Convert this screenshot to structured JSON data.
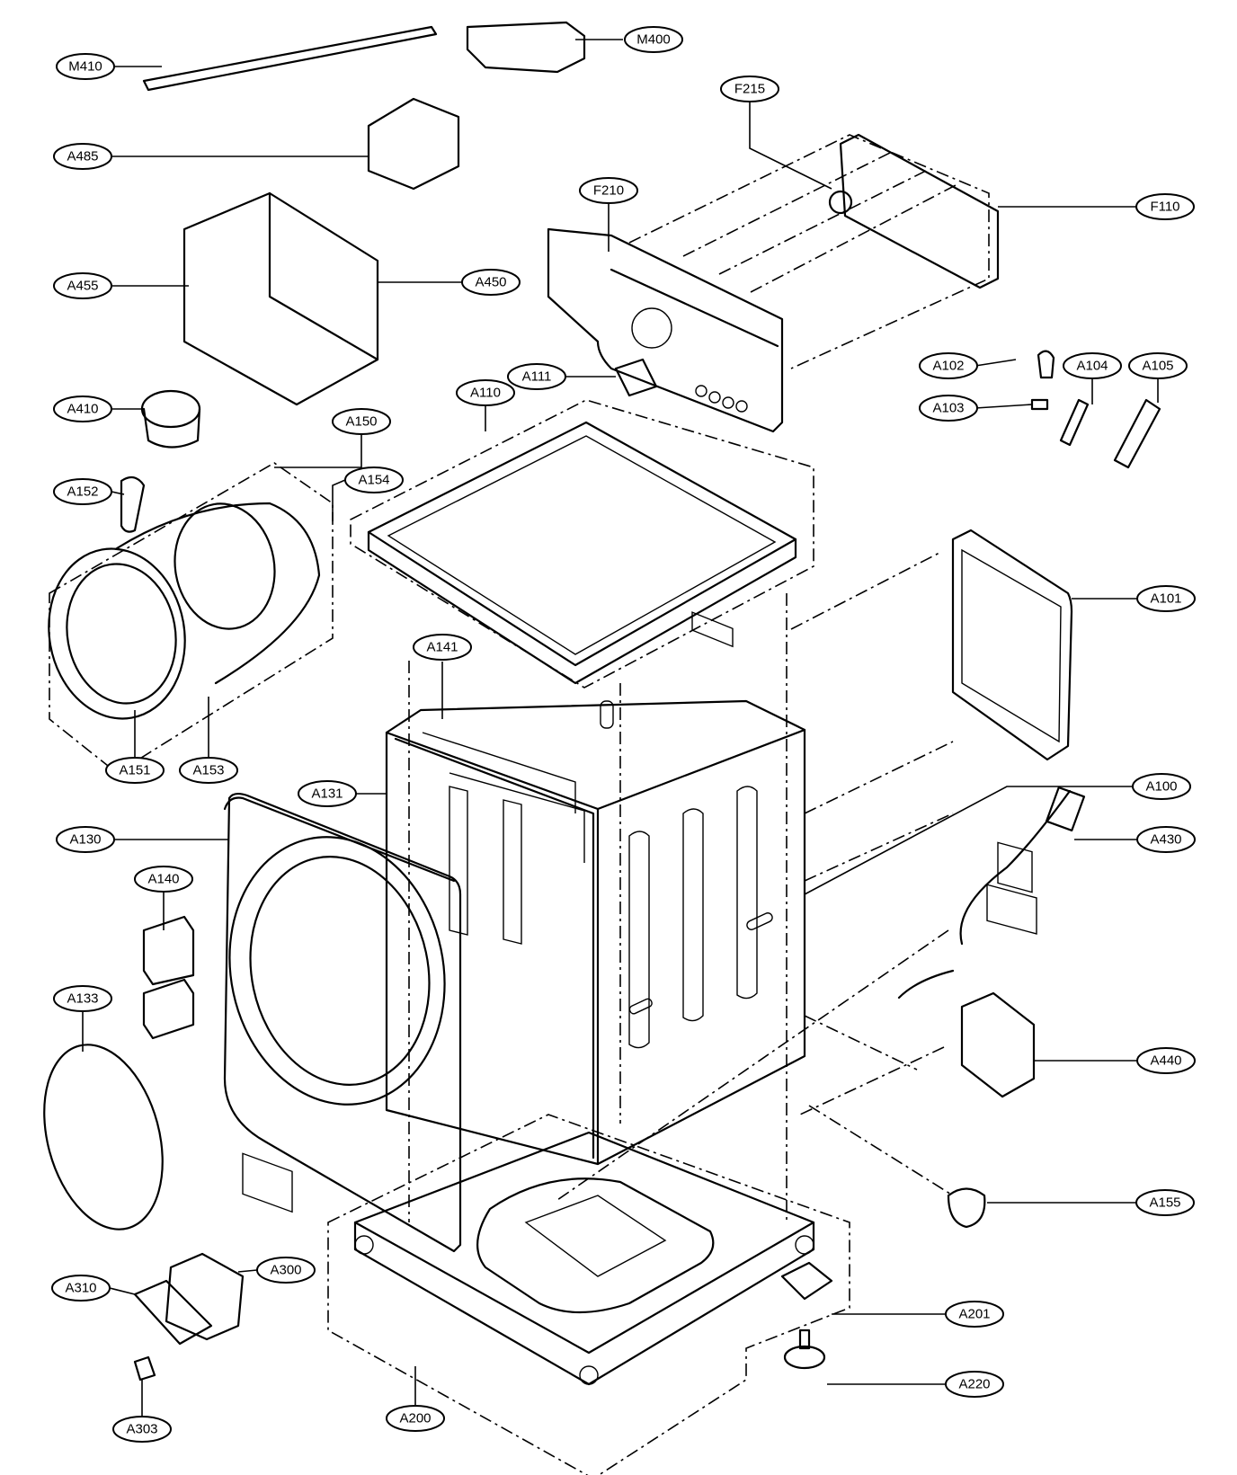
{
  "labels": [
    "M410",
    "M400",
    "F215",
    "A485",
    "F210",
    "F110",
    "A455",
    "A450",
    "A410",
    "A110",
    "A111",
    "A102",
    "A104",
    "A105",
    "A103",
    "A150",
    "A152",
    "A154",
    "A101",
    "A141",
    "A151",
    "A153",
    "A131",
    "A100",
    "A130",
    "A430",
    "A140",
    "A133",
    "A440",
    "A155",
    "A300",
    "A310",
    "A201",
    "A220",
    "A303",
    "A200"
  ]
}
